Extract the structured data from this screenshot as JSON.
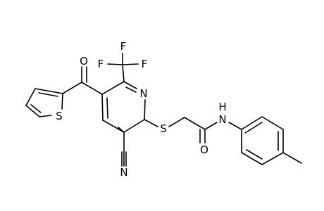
{
  "molecule": {
    "atoms": {
      "f1": "F",
      "f2": "F",
      "f3": "F",
      "o_carbonyl": "O",
      "n_ring": "N",
      "s_thiophene": "S",
      "s_thioether": "S",
      "n_amide": "N",
      "h_amide": "H",
      "o_amide": "O",
      "n_nitrile": "N"
    }
  }
}
